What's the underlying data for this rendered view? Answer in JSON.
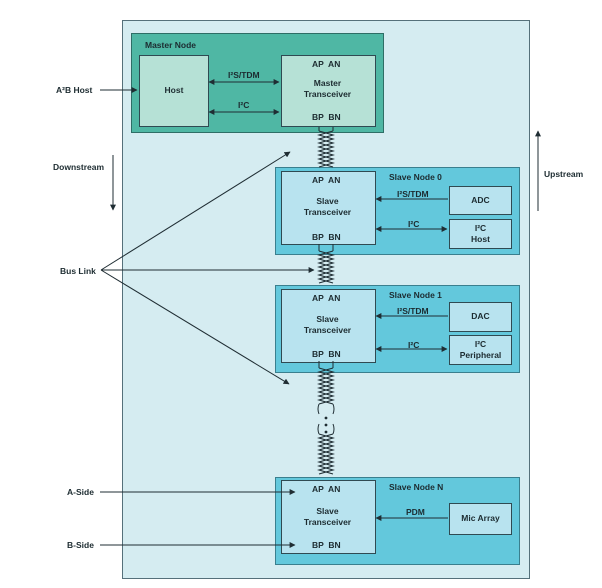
{
  "master_node": {
    "title": "Master Node",
    "host": "Host",
    "transceiver_line1": "Master",
    "transceiver_line2": "Transceiver",
    "ap_an": "AP  AN",
    "bp_bn": "BP  BN",
    "link_i2s": "I²S/TDM",
    "link_i2c": "I²C"
  },
  "slave_nodes": [
    {
      "title": "Slave Node 0",
      "trans1": "Slave",
      "trans2": "Transceiver",
      "ap_an": "AP  AN",
      "bp_bn": "BP  BN",
      "link_top": "I²S/TDM",
      "dev_top": "ADC",
      "link_bottom": "I²C",
      "dev_bottom_1": "I²C",
      "dev_bottom_2": "Host"
    },
    {
      "title": "Slave Node 1",
      "trans1": "Slave",
      "trans2": "Transceiver",
      "ap_an": "AP  AN",
      "bp_bn": "BP  BN",
      "link_top": "I²S/TDM",
      "dev_top": "DAC",
      "link_bottom": "I²C",
      "dev_bottom_1": "I²C",
      "dev_bottom_2": "Peripheral"
    },
    {
      "title": "Slave Node N",
      "trans1": "Slave",
      "trans2": "Transceiver",
      "ap_an": "AP  AN",
      "bp_bn": "BP  BN",
      "link_top": "PDM",
      "dev_top": "Mic Array"
    }
  ],
  "side_labels": {
    "a2b_host": "A²B Host",
    "downstream": "Downstream",
    "upstream": "Upstream",
    "bus_link": "Bus Link",
    "a_side": "A-Side",
    "b_side": "B-Side"
  }
}
